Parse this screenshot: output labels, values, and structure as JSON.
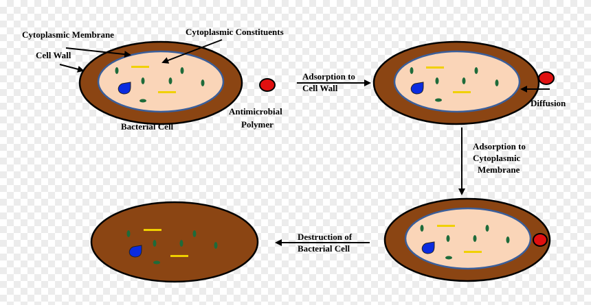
{
  "labels": {
    "cytoplasmic_membrane": "Cytoplasmic Membrane",
    "cytoplasmic_constituents": "Cytoplasmic Constituents",
    "cell_wall": "Cell Wall",
    "bacterial_cell": "Bacterial Cell",
    "antimicrobial_polymer_line1": "Antimicrobial",
    "antimicrobial_polymer_line2": "Polymer",
    "step1_line1": "Adsorption to",
    "step1_line2": "Cell Wall",
    "diffusion": "Diffusion",
    "step2_line1": "Adsorption to",
    "step2_line2": "Cytoplasmic",
    "step2_line3": "Membrane",
    "step3_line1": "Destruction of",
    "step3_line2": "Bacterial Cell"
  },
  "colors": {
    "cell_wall": "#8B4513",
    "cytoplasm": "#FAD5B8",
    "membrane": "#3A5E9A",
    "polymer": "#E01010",
    "nucleoid": "#0A2BE0",
    "constituent_green": "#1E6B3A",
    "constituent_yellow": "#F0D000"
  },
  "icons": {
    "polymer": "red-circle-icon",
    "nucleoid": "blue-drop-icon"
  }
}
